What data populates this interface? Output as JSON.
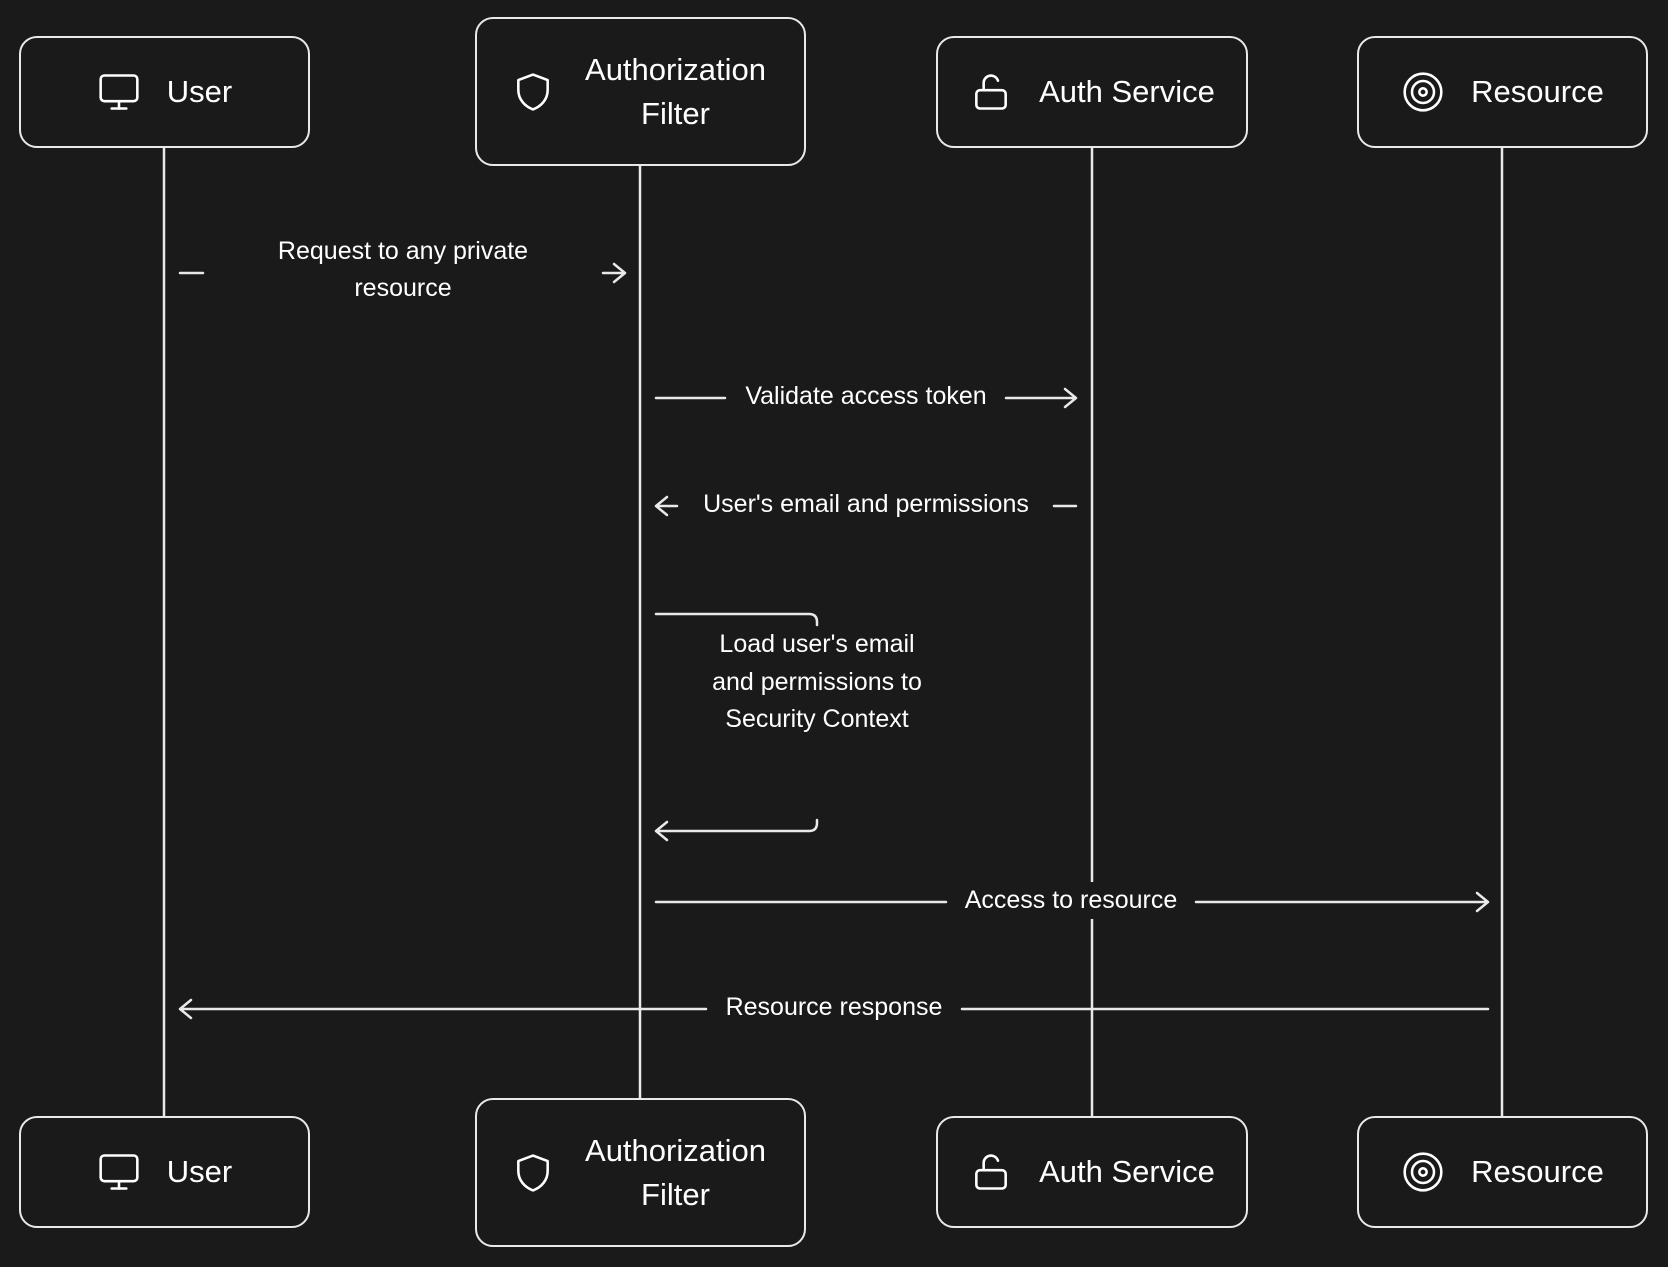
{
  "participants": {
    "user": {
      "label": "User",
      "icon": "monitor-icon"
    },
    "filter": {
      "label": "Authorization Filter",
      "icon": "shield-icon"
    },
    "auth": {
      "label": "Auth Service",
      "icon": "unlock-icon"
    },
    "resource": {
      "label": "Resource",
      "icon": "target-icon"
    }
  },
  "messages": {
    "request": "Request to any private resource",
    "validate": "Validate access token",
    "permissions": "User's email and permissions",
    "load": "Load user's email and permissions to Security Context",
    "access": "Access to resource",
    "response": "Resource response"
  },
  "colors": {
    "background": "#1a1a1a",
    "stroke": "#e9e9e9",
    "text": "#ffffff"
  }
}
